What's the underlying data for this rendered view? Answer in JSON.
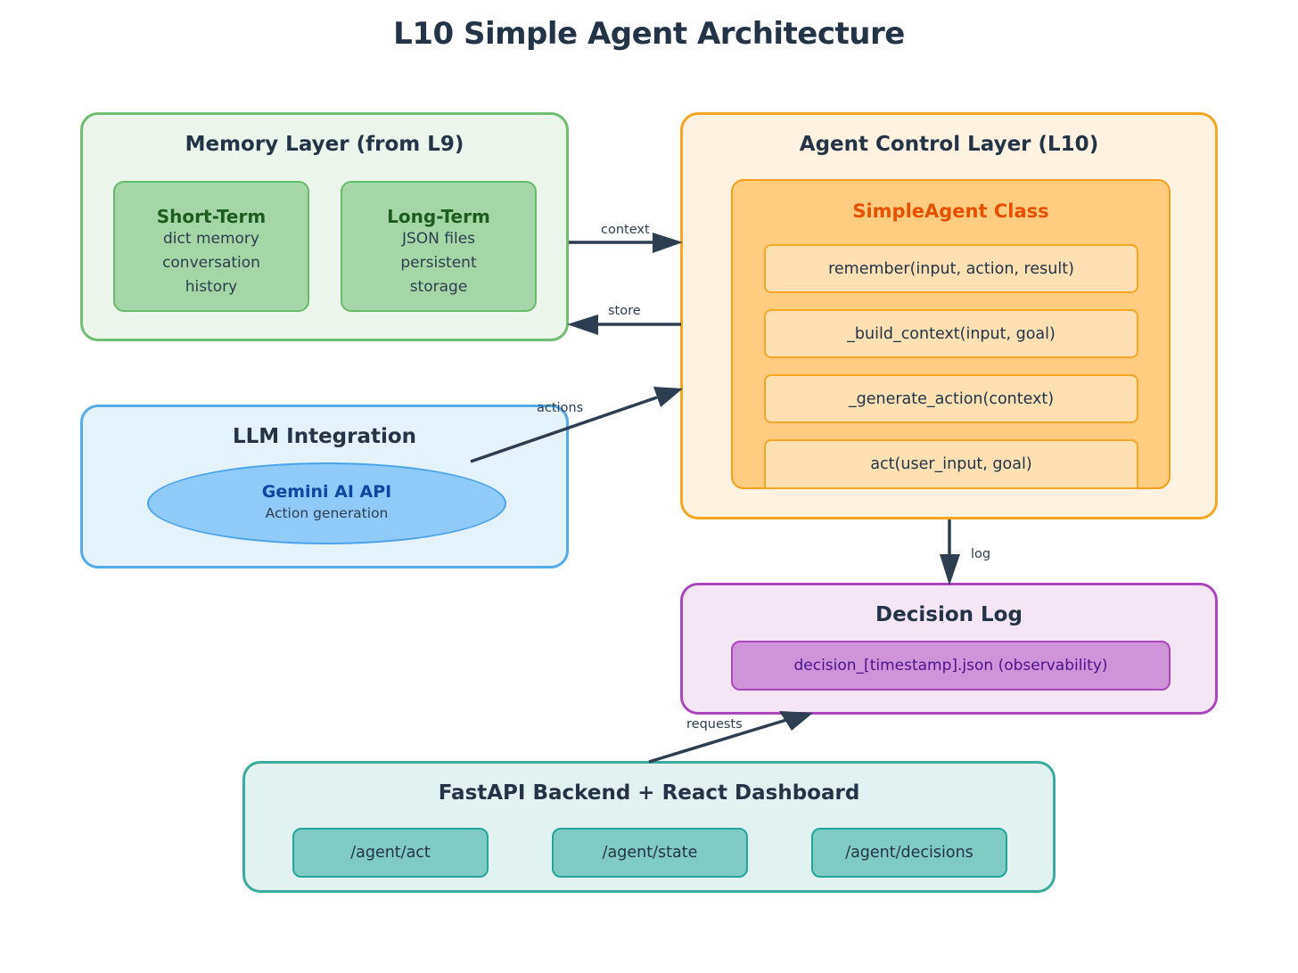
{
  "title": "L10 Simple Agent Architecture",
  "memory_layer": {
    "title": "Memory Layer (from L9)",
    "cards": [
      {
        "heading": "Short-Term",
        "lines": [
          "dict memory",
          "conversation",
          "history"
        ]
      },
      {
        "heading": "Long-Term",
        "lines": [
          "JSON files",
          "persistent",
          "storage"
        ]
      }
    ]
  },
  "agent_control_layer": {
    "title": "Agent Control Layer (L10)",
    "class_title": "SimpleAgent Class",
    "methods": [
      "remember(input, action, result)",
      "_build_context(input, goal)",
      "_generate_action(context)",
      "act(user_input, goal)"
    ]
  },
  "llm_integration": {
    "title": "LLM Integration",
    "api_name": "Gemini AI API",
    "api_desc": "Action generation"
  },
  "decision_log": {
    "title": "Decision Log",
    "file": "decision_[timestamp].json (observability)"
  },
  "backend": {
    "title": "FastAPI Backend + React Dashboard",
    "endpoints": [
      "/agent/act",
      "/agent/state",
      "/agent/decisions"
    ]
  },
  "edges": {
    "context": "context",
    "store": "store",
    "actions": "actions",
    "log": "log",
    "requests": "requests"
  },
  "colors": {
    "memory": "#72bd74",
    "agent": "#f5a623",
    "llm": "#55aae8",
    "decision_log": "#ab47bc",
    "backend": "#3aab9c",
    "arrow": "#2c3e50"
  }
}
